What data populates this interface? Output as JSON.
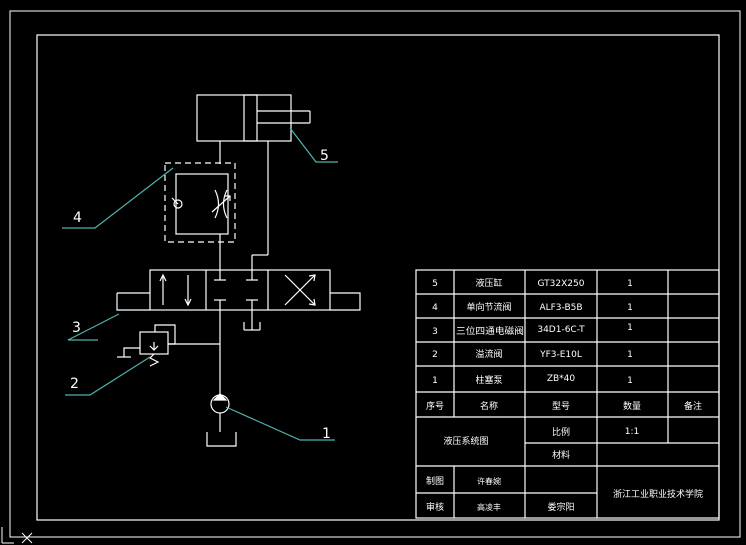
{
  "callouts": [
    "1",
    "2",
    "3",
    "4",
    "5"
  ],
  "bom": {
    "rows": [
      {
        "seq": "5",
        "name": "液压缸",
        "model": "GT32X250",
        "qty": "1"
      },
      {
        "seq": "4",
        "name": "单向节流阀",
        "model": "ALF3-B5B",
        "qty": "1"
      },
      {
        "seq": "3",
        "name": "三位四通电磁阀",
        "model": "34D1-6C-T",
        "qty": "1"
      },
      {
        "seq": "2",
        "name": "溢流阀",
        "model": "YF3-E10L",
        "qty": "1"
      },
      {
        "seq": "1",
        "name": "柱塞泵",
        "model": "ZB*40",
        "qty": "1"
      }
    ],
    "header": {
      "seq": "序号",
      "name": "名称",
      "model": "型号",
      "qty": "数量",
      "note": "备注"
    }
  },
  "title_block": {
    "drawing_name": "液压系统图",
    "scale_label": "比例",
    "scale_value": "1:1",
    "material_label": "材料",
    "drawn_label": "制图",
    "drawn_by": "许春婉",
    "review_label": "审核",
    "reviewed_by": "高凌丰",
    "extra_name": "娄宗阳",
    "institution": "浙江工业职业技术学院"
  },
  "colors": {
    "background": "#000000",
    "line": "#ffffff",
    "leader": "#4fb3b0"
  }
}
